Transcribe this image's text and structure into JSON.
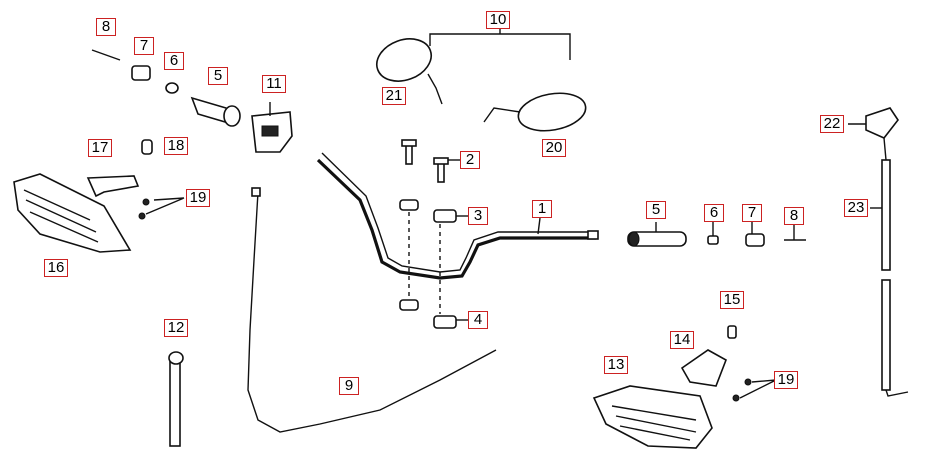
{
  "callouts": {
    "c1": "1",
    "c2": "2",
    "c3": "3",
    "c4": "4",
    "c5a": "5",
    "c5b": "5",
    "c6a": "6",
    "c6b": "6",
    "c7a": "7",
    "c7b": "7",
    "c8a": "8",
    "c8b": "8",
    "c9": "9",
    "c10": "10",
    "c11": "11",
    "c12": "12",
    "c13": "13",
    "c14": "14",
    "c15": "15",
    "c16": "16",
    "c17": "17",
    "c18": "18",
    "c19a": "19",
    "c19b": "19",
    "c20": "20",
    "c21": "21",
    "c22": "22",
    "c23": "23"
  }
}
